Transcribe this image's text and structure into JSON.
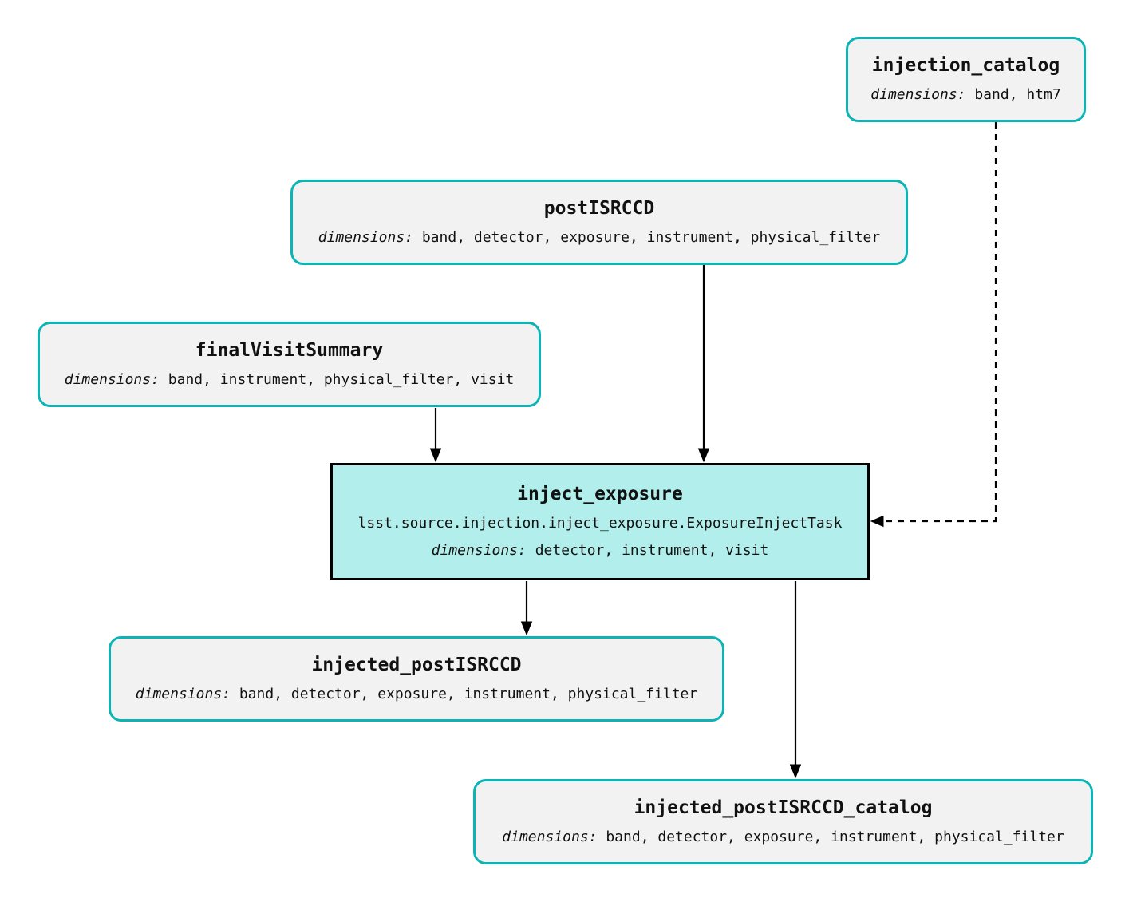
{
  "labels": {
    "dimensions": "dimensions:"
  },
  "colors": {
    "background": "#ffffff",
    "dataset_border": "#0cb4b6",
    "dataset_fill": "#f2f2f2",
    "task_border": "#000000",
    "task_fill": "#b2eeeb",
    "edge": "#000000",
    "text": "#111111"
  },
  "nodes": {
    "injection_catalog": {
      "title": "injection_catalog",
      "dimensions": "band, htm7"
    },
    "postISRCCD": {
      "title": "postISRCCD",
      "dimensions": "band, detector, exposure, instrument, physical_filter"
    },
    "finalVisitSummary": {
      "title": "finalVisitSummary",
      "dimensions": "band, instrument, physical_filter, visit"
    },
    "inject_exposure": {
      "title": "inject_exposure",
      "task_class": "lsst.source.injection.inject_exposure.ExposureInjectTask",
      "dimensions": "detector, instrument, visit"
    },
    "injected_postISRCCD": {
      "title": "injected_postISRCCD",
      "dimensions": "band, detector, exposure, instrument, physical_filter"
    },
    "injected_postISRCCD_catalog": {
      "title": "injected_postISRCCD_catalog",
      "dimensions": "band, detector, exposure, instrument, physical_filter"
    }
  },
  "edges": [
    {
      "from": "postISRCCD",
      "to": "inject_exposure",
      "style": "solid"
    },
    {
      "from": "finalVisitSummary",
      "to": "inject_exposure",
      "style": "solid"
    },
    {
      "from": "injection_catalog",
      "to": "inject_exposure",
      "style": "dashed"
    },
    {
      "from": "inject_exposure",
      "to": "injected_postISRCCD",
      "style": "solid"
    },
    {
      "from": "inject_exposure",
      "to": "injected_postISRCCD_catalog",
      "style": "solid"
    }
  ]
}
